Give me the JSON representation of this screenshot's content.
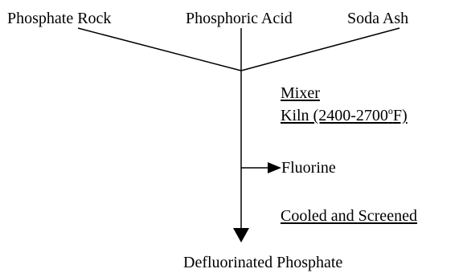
{
  "inputs": {
    "phosphate_rock": "Phosphate Rock",
    "phosphoric_acid": "Phosphoric Acid",
    "soda_ash": "Soda Ash"
  },
  "steps": {
    "mixer": "Mixer",
    "kiln_prefix": "Kiln (2400-2700",
    "kiln_degree": "o",
    "kiln_suffix": "F)",
    "cooled_screened": "Cooled and Screened"
  },
  "byproduct": {
    "fluorine": "Fluorine"
  },
  "product": {
    "defluorinated_phosphate": "Defluorinated Phosphate"
  }
}
